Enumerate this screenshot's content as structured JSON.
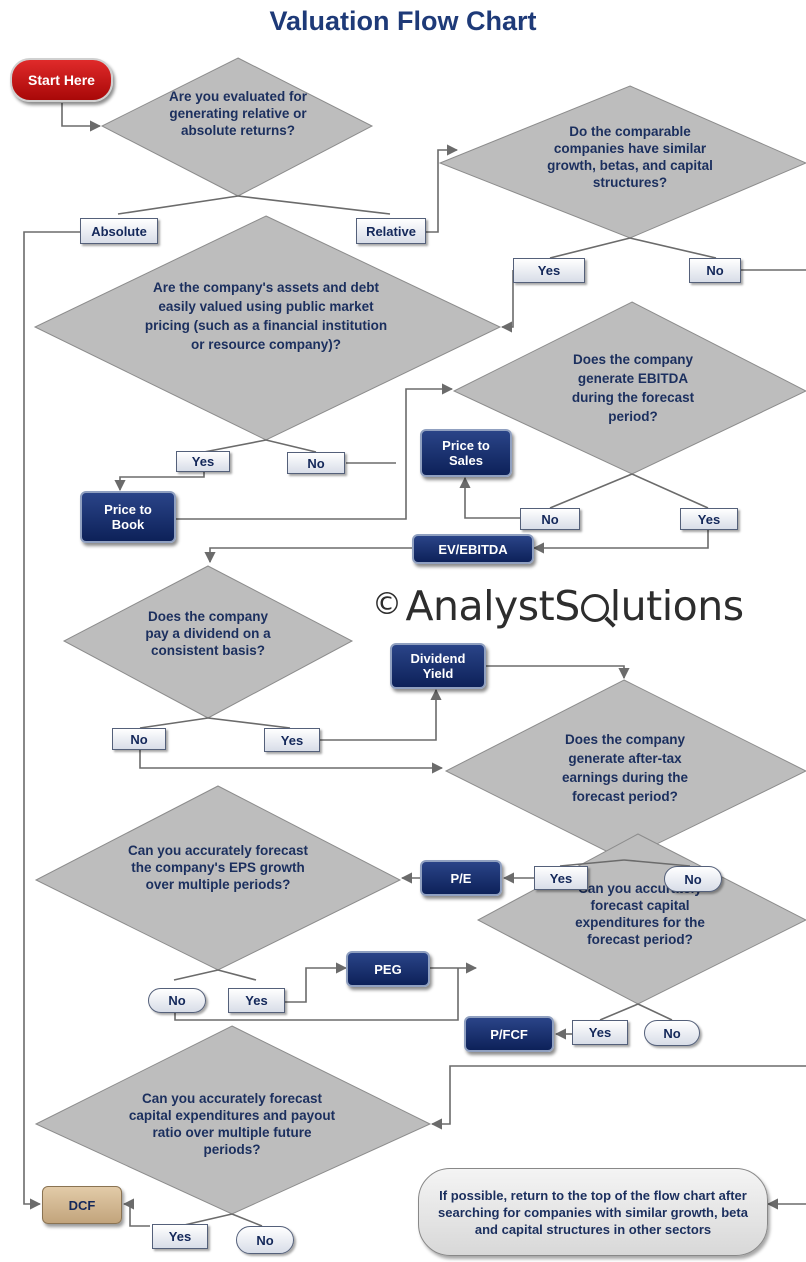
{
  "title": "Valuation Flow Chart",
  "start": "Start Here",
  "questions": {
    "q1": "Are you evaluated for generating relative or absolute returns?",
    "q2": "Do the comparable companies have similar growth, betas, and capital structures?",
    "q3": "Are the company's assets and debt easily valued using public market pricing (such as a financial institution or resource company)?",
    "q4": "Does the company generate EBITDA during the forecast period?",
    "q5": "Does the company pay a dividend on a consistent basis?",
    "q6": "Does the company generate after-tax earnings during the forecast period?",
    "q7": "Can you accurately forecast the company's EPS growth over multiple periods?",
    "q8": "Can you accurately forecast capital expenditures for the forecast period?",
    "q9": "Can you accurately forecast capital expenditures and payout ratio over multiple future periods?"
  },
  "answers": {
    "absolute": "Absolute",
    "relative": "Relative",
    "yes": "Yes",
    "no": "No"
  },
  "metrics": {
    "price_to_book": "Price to Book",
    "price_to_sales": "Price to Sales",
    "ev_ebitda": "EV/EBITDA",
    "dividend_yield": "Dividend Yield",
    "pe": "P/E",
    "peg": "PEG",
    "pfcf": "P/FCF",
    "dcf": "DCF"
  },
  "final_note": "If possible, return to the top of the flow chart after searching for companies with similar growth, beta and capital structures in other sectors",
  "watermark": {
    "symbol": "©",
    "text_before": "AnalystS",
    "text_after": "lutions"
  },
  "colors": {
    "diamond_fill": "#bdbdbd",
    "metric_fill": "#0d2159",
    "start_fill": "#c80f0f",
    "dcf_fill": "#d2b690",
    "title_color": "#1e3a78"
  }
}
